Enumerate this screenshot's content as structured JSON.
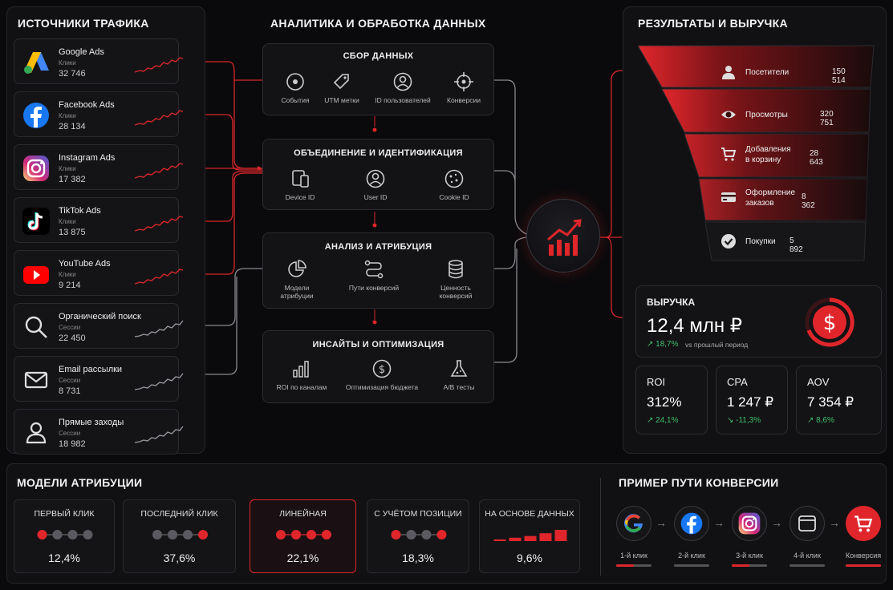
{
  "sections": {
    "sources_title": "ИСТОЧНИКИ ТРАФИКА",
    "analytics_title": "АНАЛИТИКА И ОБРАБОТКА ДАННЫХ",
    "results_title": "РЕЗУЛЬТАТЫ И ВЫРУЧКА",
    "attribution_title": "МОДЕЛИ АТРИБУЦИИ",
    "path_title": "ПРИМЕР ПУТИ КОНВЕРСИИ"
  },
  "sources": [
    {
      "name": "Google Ads",
      "metric": "Клики",
      "value": "32 746",
      "icon": "google-ads-icon",
      "spark": "red"
    },
    {
      "name": "Facebook Ads",
      "metric": "Клики",
      "value": "28 134",
      "icon": "facebook-icon",
      "spark": "red"
    },
    {
      "name": "Instagram Ads",
      "metric": "Клики",
      "value": "17 382",
      "icon": "instagram-icon",
      "spark": "red"
    },
    {
      "name": "TikTok Ads",
      "metric": "Клики",
      "value": "13 875",
      "icon": "tiktok-icon",
      "spark": "red"
    },
    {
      "name": "YouTube Ads",
      "metric": "Клики",
      "value": "9 214",
      "icon": "youtube-icon",
      "spark": "red"
    },
    {
      "name": "Органический поиск",
      "metric": "Сессии",
      "value": "22 450",
      "icon": "search-icon",
      "spark": "gray"
    },
    {
      "name": "Email рассылки",
      "metric": "Сессии",
      "value": "8 731",
      "icon": "mail-icon",
      "spark": "gray"
    },
    {
      "name": "Прямые заходы",
      "metric": "Сессии",
      "value": "18 982",
      "icon": "user-icon",
      "spark": "gray"
    }
  ],
  "analytics": {
    "collect": {
      "title": "СБОР ДАННЫХ",
      "items": [
        "События",
        "UTM метки",
        "ID пользователей",
        "Конверсии"
      ]
    },
    "identify": {
      "title": "ОБЪЕДИНЕНИЕ И ИДЕНТИФИКАЦИЯ",
      "items": [
        "Device ID",
        "User ID",
        "Cookie ID"
      ]
    },
    "analysis": {
      "title": "АНАЛИЗ И АТРИБУЦИЯ",
      "items": [
        "Модели атрибуции",
        "Пути конверсий",
        "Ценность конверсий"
      ]
    },
    "insights": {
      "title": "ИНСАЙТЫ И ОПТИМИЗАЦИЯ",
      "items": [
        "ROI по каналам",
        "Оптимизация бюджета",
        "A/B тесты"
      ]
    }
  },
  "funnel": [
    {
      "label": "Посетители",
      "value": "150 514",
      "icon": "person-icon"
    },
    {
      "label": "Просмотры",
      "value": "320 751",
      "icon": "eye-icon"
    },
    {
      "label": "Добавления в корзину",
      "value": "28 643",
      "icon": "cart-icon"
    },
    {
      "label": "Оформление заказов",
      "value": "8 362",
      "icon": "card-icon"
    },
    {
      "label": "Покупки",
      "value": "5 892",
      "icon": "check-icon"
    }
  ],
  "revenue": {
    "title": "ВЫРУЧКА",
    "value": "12,4 млн ₽",
    "delta": "↗ 18,7%",
    "delta_note": "vs прошлый период"
  },
  "kpis": [
    {
      "label": "ROI",
      "value": "312%",
      "delta": "↗ 24,1%",
      "color": "#3fbf6a"
    },
    {
      "label": "CPA",
      "value": "1 247 ₽",
      "delta": "↘ -11,3%",
      "color": "#3fbf6a"
    },
    {
      "label": "AOV",
      "value": "7 354 ₽",
      "delta": "↗ 8,6%",
      "color": "#3fbf6a"
    }
  ],
  "attribution": [
    {
      "label": "ПЕРВЫЙ КЛИК",
      "value": "12,4%",
      "dots": [
        1,
        0,
        0,
        0
      ]
    },
    {
      "label": "ПОСЛЕДНИЙ КЛИК",
      "value": "37,6%",
      "dots": [
        0,
        0,
        0,
        1
      ]
    },
    {
      "label": "ЛИНЕЙНАЯ",
      "value": "22,1%",
      "dots": [
        1,
        1,
        1,
        1
      ],
      "active": true
    },
    {
      "label": "С УЧЁТОМ ПОЗИЦИИ",
      "value": "18,3%",
      "dots": [
        1,
        0,
        0,
        1
      ]
    },
    {
      "label": "НА ОСНОВЕ ДАННЫХ",
      "value": "9,6%",
      "bars": [
        0.15,
        0.3,
        0.45,
        0.7,
        1.0
      ]
    }
  ],
  "path": [
    {
      "label": "1-й клик",
      "icon": "google-icon"
    },
    {
      "label": "2-й клик",
      "icon": "facebook-icon"
    },
    {
      "label": "3-й клик",
      "icon": "instagram-icon"
    },
    {
      "label": "4-й клик",
      "icon": "browser-icon"
    },
    {
      "label": "Конверсия",
      "icon": "cart-icon"
    }
  ],
  "colors": {
    "accent": "#e0262b",
    "green": "#3fbf6a",
    "muted": "#888888"
  }
}
